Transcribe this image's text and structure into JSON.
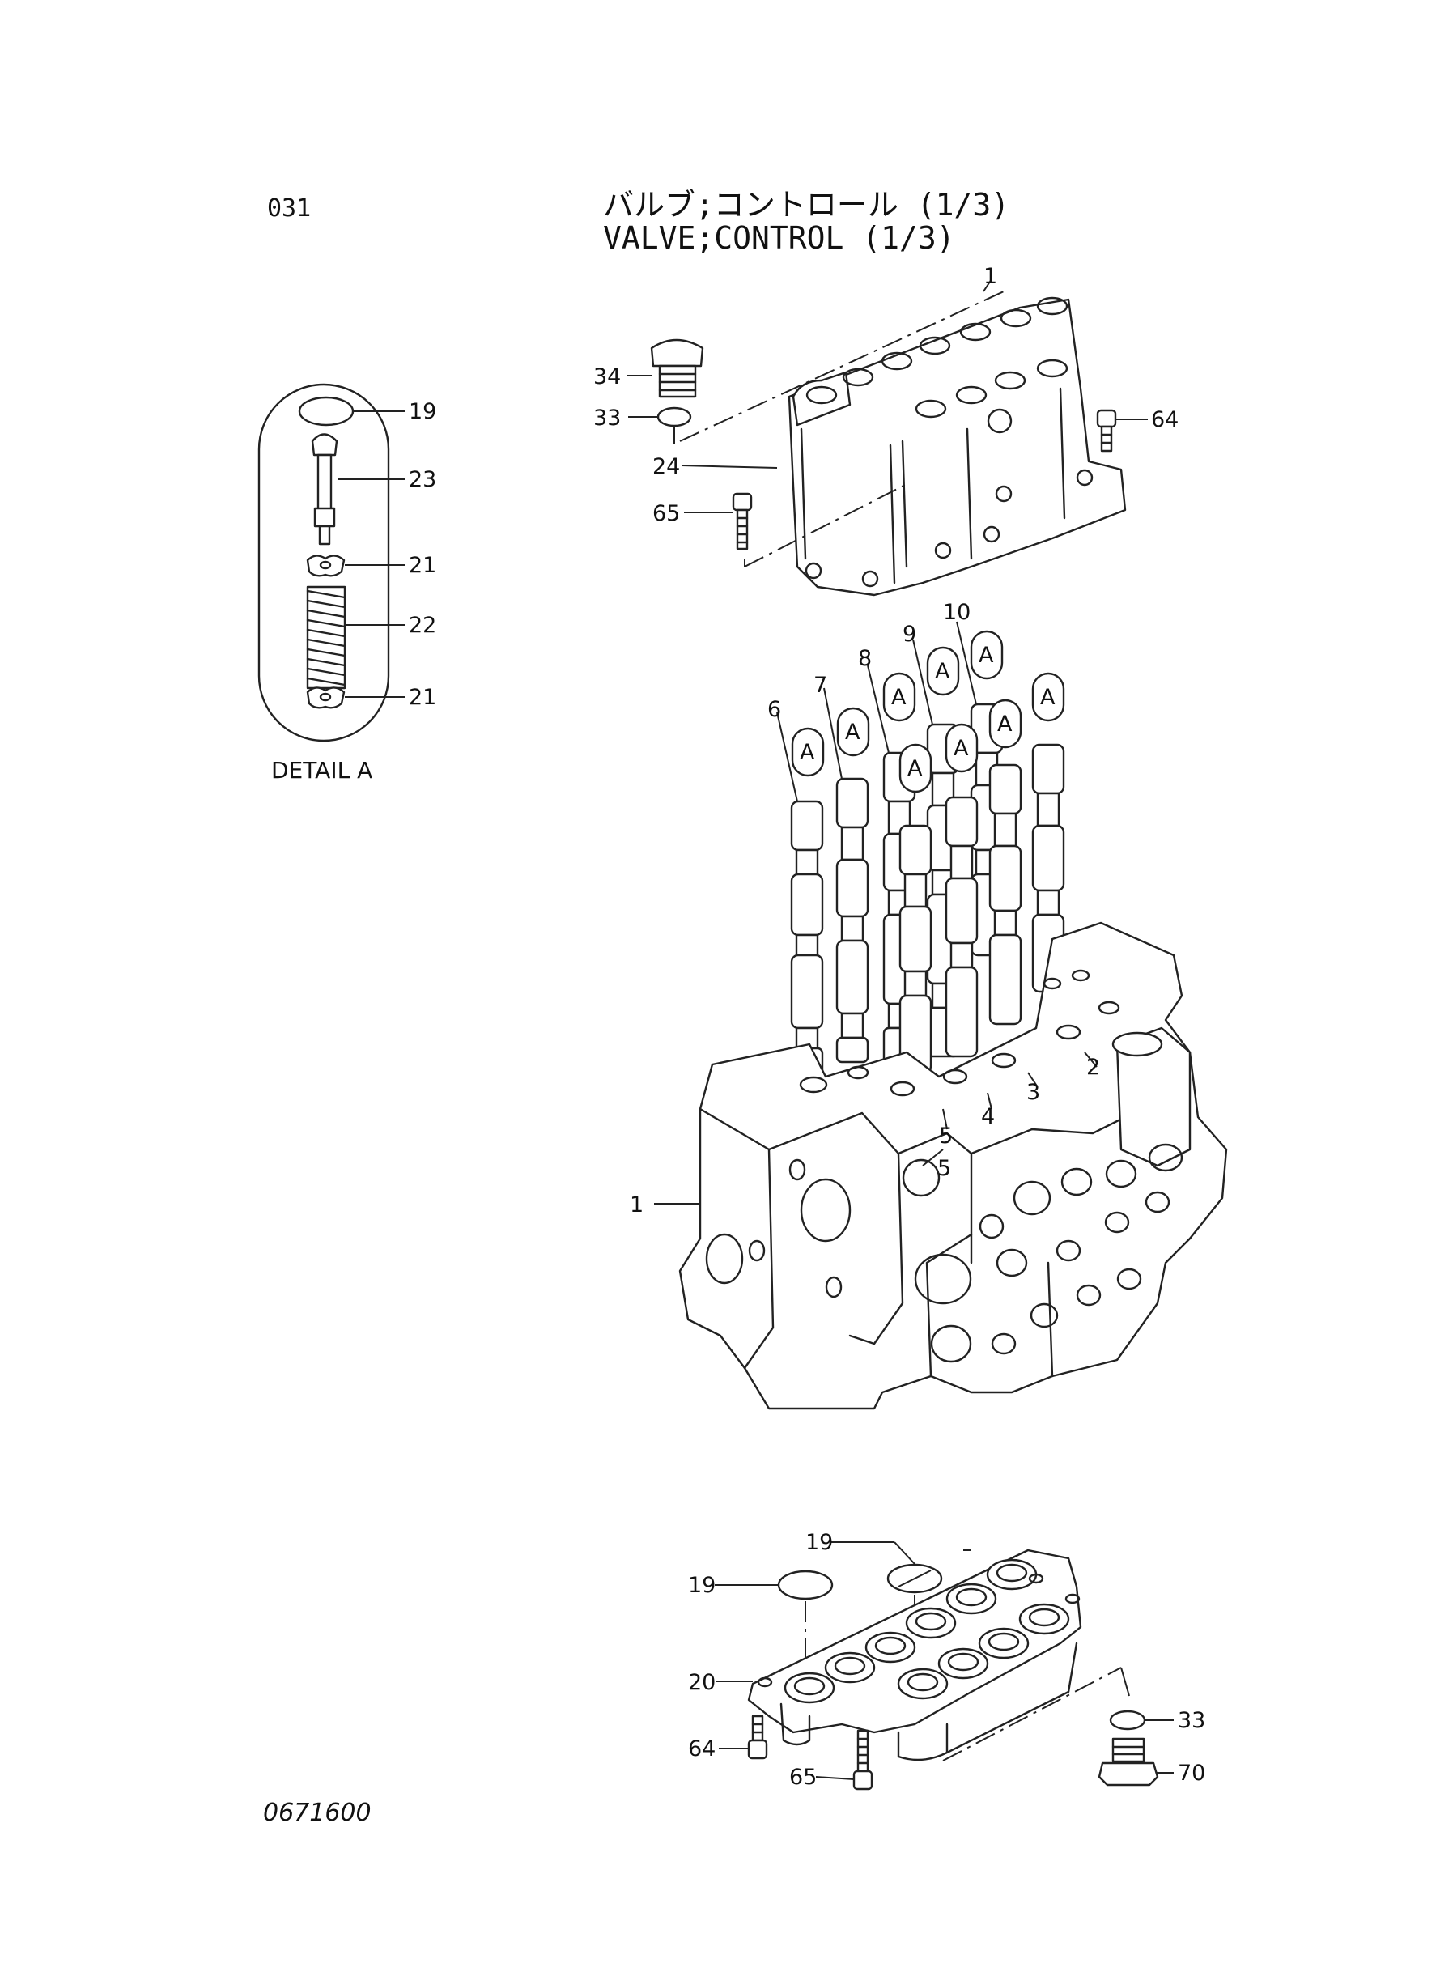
{
  "page_number": "031",
  "title_jp": "バルブ;コントロール (1/3)",
  "title_en": "VALVE;CONTROL (1/3)",
  "detail_label": "DETAIL A",
  "drawing_number": "0671600",
  "detail_ref_letter": "A",
  "callouts": {
    "detail": [
      "19",
      "23",
      "21",
      "22",
      "21"
    ],
    "top_cover": [
      "1",
      "34",
      "33",
      "24",
      "65",
      "64"
    ],
    "spools": [
      "6",
      "7",
      "8",
      "9",
      "10"
    ],
    "body": [
      "1",
      "2",
      "3",
      "4",
      "5",
      "5"
    ],
    "bottom_cover": [
      "19",
      "19",
      "20",
      "64",
      "65",
      "33",
      "70"
    ]
  }
}
